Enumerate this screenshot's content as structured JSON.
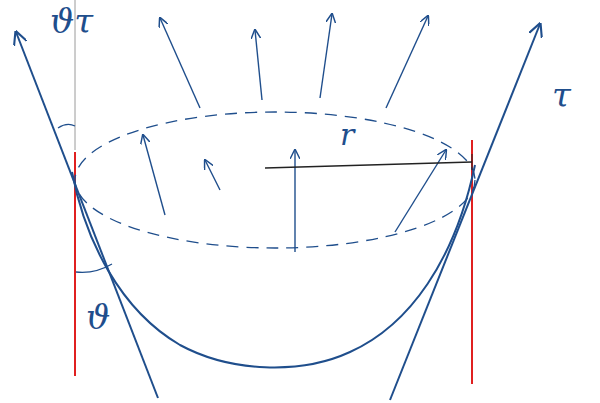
{
  "diagram": {
    "labels": [
      "ϑτ",
      "τ",
      "r",
      "ϑ"
    ]
  }
}
